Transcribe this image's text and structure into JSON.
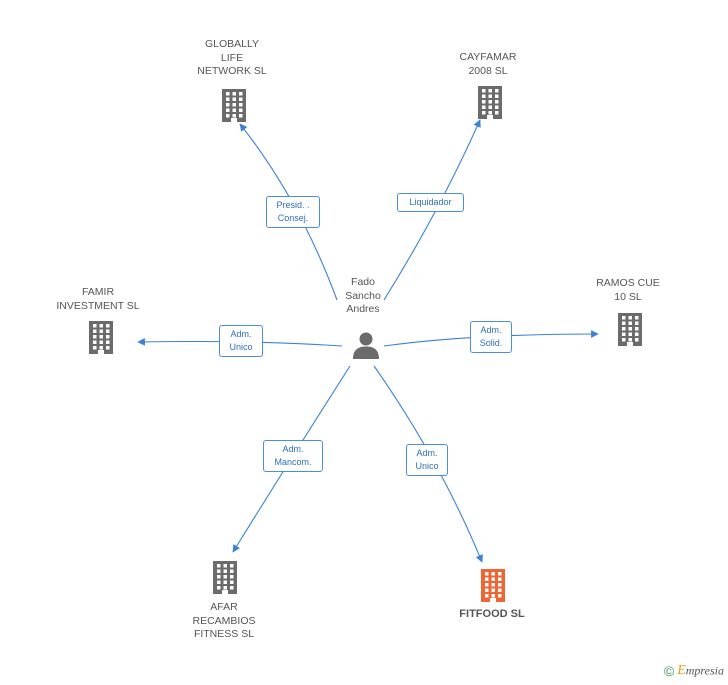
{
  "center": {
    "name_lines": [
      "Fado",
      "Sancho",
      "Andres"
    ]
  },
  "companies": [
    {
      "id": "globally",
      "lines": [
        "GLOBALLY",
        "LIFE",
        "NETWORK SL"
      ],
      "highlight": false,
      "role": [
        "Presid. .",
        "Consej."
      ]
    },
    {
      "id": "cayfamar",
      "lines": [
        "CAYFAMAR",
        "2008 SL"
      ],
      "highlight": false,
      "role": [
        "Liquidador"
      ]
    },
    {
      "id": "famir",
      "lines": [
        "FAMIR",
        "INVESTMENT SL"
      ],
      "highlight": false,
      "role": [
        "Adm.",
        "Unico"
      ]
    },
    {
      "id": "ramos",
      "lines": [
        "RAMOS CUE",
        "10 SL"
      ],
      "highlight": false,
      "role": [
        "Adm.",
        "Solid."
      ]
    },
    {
      "id": "afar",
      "lines": [
        "AFAR",
        "RECAMBIOS",
        "FITNESS SL"
      ],
      "highlight": false,
      "role": [
        "Adm.",
        "Mancom."
      ]
    },
    {
      "id": "fitfood",
      "lines": [
        "FITFOOD SL"
      ],
      "highlight": true,
      "role": [
        "Adm.",
        "Unico"
      ]
    }
  ],
  "colors": {
    "edge": "#3b82d6",
    "building": "#6b6b6b",
    "building_highlight": "#ee6633",
    "person": "#6b6b6b"
  },
  "footer": {
    "copyright": "©",
    "brand_initial": "E",
    "brand_rest": "mpresia"
  }
}
